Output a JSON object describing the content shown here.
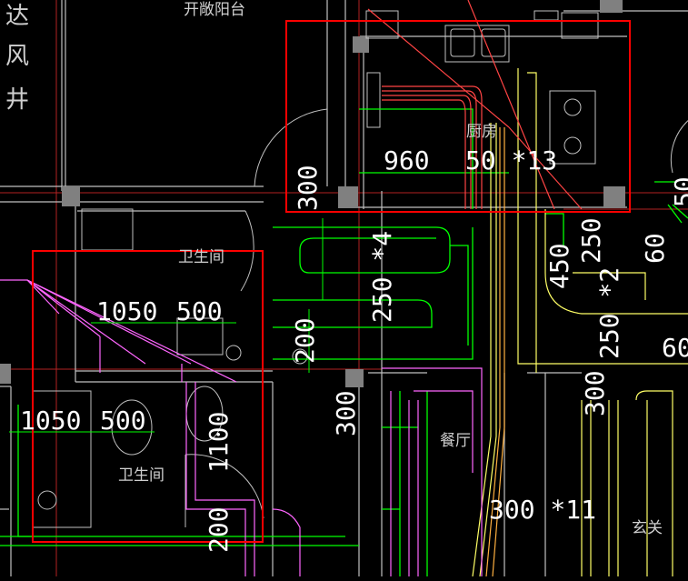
{
  "colors": {
    "background": "#000000",
    "wall": "#c0c0c0",
    "column": "#808080",
    "axis": "#b22222",
    "heating_pipe": "#00ff00",
    "supply_pipe": "#ffff66",
    "return_pipe": "#ff66ff",
    "manifold": "#ff4444",
    "selection_box": "#ff0000",
    "dimension_text": "#ffffff"
  },
  "labels": {
    "shaft_1": "达",
    "shaft_2": "风",
    "shaft_3": "井",
    "balcony": "开敞阳台",
    "kitchen": "厨房",
    "bathroom_upper": "卫生间",
    "bathroom_lower": "卫生间",
    "dining": "餐厅",
    "entry": "玄关"
  },
  "dimensions": {
    "kitchen_width": "960",
    "kitchen_coil": "50 *13",
    "kitchen_side": "300",
    "upper_bath_a": "1050",
    "upper_bath_b": "500",
    "lower_bath_a": "1050",
    "lower_bath_b": "500",
    "coil_250x4": "250 *4",
    "spacing_200_mid": "200",
    "hall_300": "300",
    "bath_1100": "1100",
    "bath_200_bottom": "200",
    "dining_coil": "300 *11",
    "right_450": "450",
    "right_250": "250",
    "right_250x2": "250 *2",
    "right_300": "300",
    "right_50": "50",
    "right_60a": "60",
    "right_60b": "60"
  }
}
